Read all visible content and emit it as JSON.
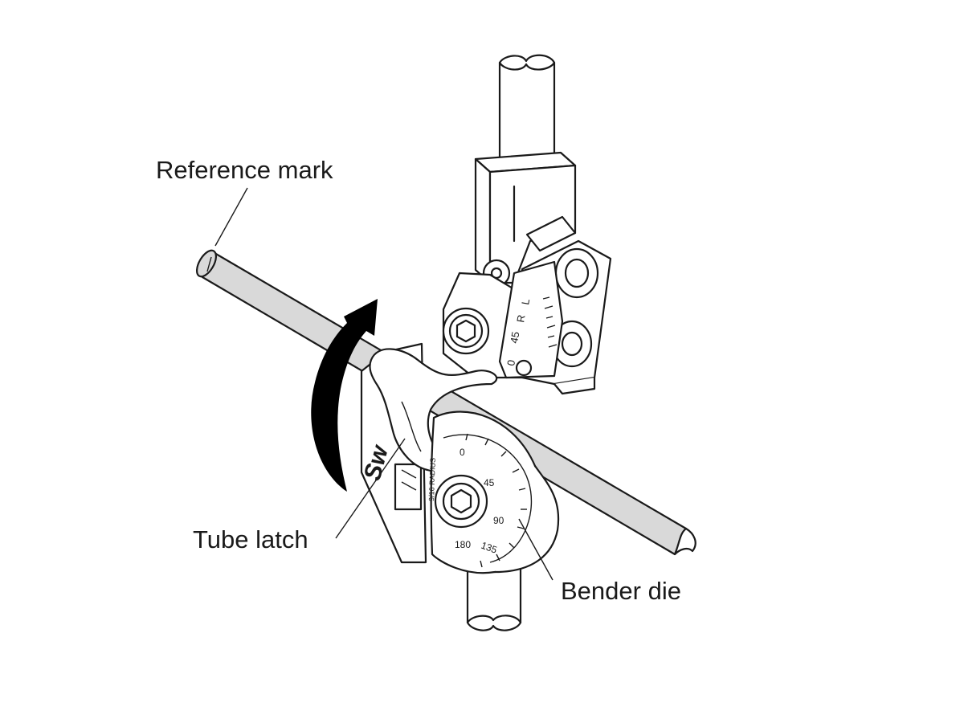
{
  "labels": {
    "reference_mark": "Reference mark",
    "tube_latch": "Tube latch",
    "bender_die": "Bender die"
  },
  "die_scale": [
    "0",
    "45",
    "90",
    "135",
    "180"
  ],
  "roll_scale": [
    "0",
    "45",
    "R",
    "L"
  ],
  "die_radius_text": "9/16 RADIUS",
  "logo_text": "Sw",
  "colors": {
    "tube_fill": "#d9d9d9",
    "outline": "#1a1a1a",
    "arrow": "#000000"
  }
}
